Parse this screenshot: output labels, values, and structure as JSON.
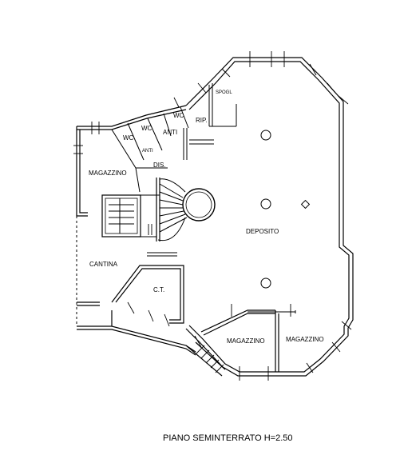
{
  "rooms": {
    "deposito": "DEPOSITO",
    "magazzino_left": "MAGAZZINO",
    "magazzino_bottom_1": "MAGAZZINO",
    "magazzino_bottom_2": "MAGAZZINO",
    "cantina": "CANTINA",
    "ct": "C.T.",
    "dis": "DIS.",
    "rip": "RIP.",
    "spogl": "SPOGL",
    "wc_1": "WC",
    "wc_2": "WC",
    "wc_3": "WC",
    "anti_1": "ANTI",
    "anti_2": "ANTI"
  },
  "plan_title": "PIANO SEMINTERRATO  H=2.50"
}
